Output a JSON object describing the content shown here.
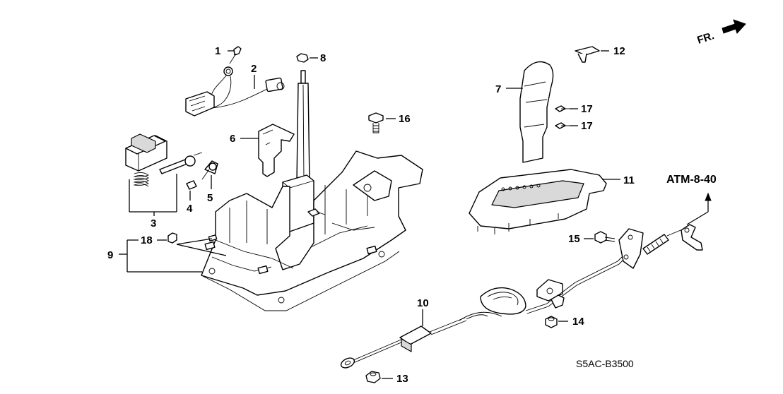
{
  "diagram": {
    "fr_label": "FR.",
    "reference": "ATM-8-40",
    "drawing_code": "S5AC-B3500",
    "callouts": [
      {
        "id": "1",
        "label": "1"
      },
      {
        "id": "2",
        "label": "2"
      },
      {
        "id": "3",
        "label": "3"
      },
      {
        "id": "4",
        "label": "4"
      },
      {
        "id": "5",
        "label": "5"
      },
      {
        "id": "6",
        "label": "6"
      },
      {
        "id": "7",
        "label": "7"
      },
      {
        "id": "8",
        "label": "8"
      },
      {
        "id": "9",
        "label": "9"
      },
      {
        "id": "10",
        "label": "10"
      },
      {
        "id": "11",
        "label": "11"
      },
      {
        "id": "12",
        "label": "12"
      },
      {
        "id": "13",
        "label": "13"
      },
      {
        "id": "14",
        "label": "14"
      },
      {
        "id": "15",
        "label": "15"
      },
      {
        "id": "16",
        "label": "16"
      },
      {
        "id": "17a",
        "label": "17"
      },
      {
        "id": "17b",
        "label": "17"
      },
      {
        "id": "18",
        "label": "18"
      }
    ]
  }
}
